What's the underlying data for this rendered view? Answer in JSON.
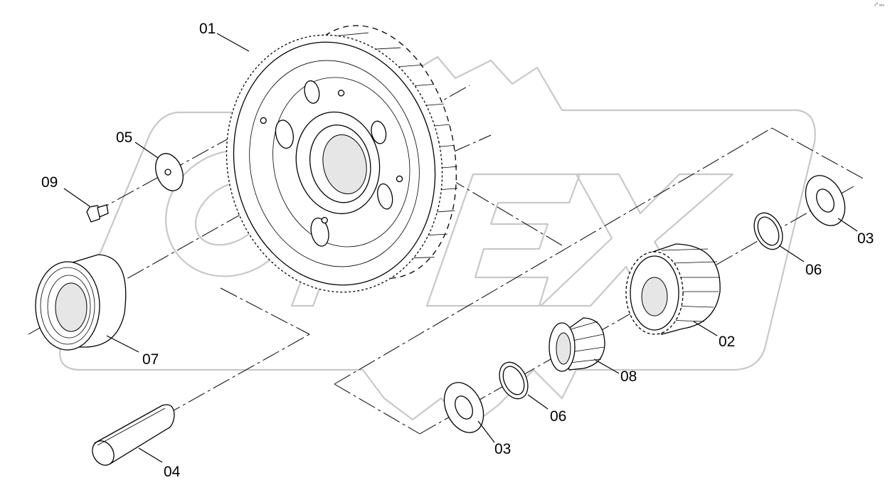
{
  "corner_code": "₀⁰ ₀₀₀",
  "watermark": "OPEX",
  "callouts": {
    "c01": "01",
    "c02": "02",
    "c03a": "03",
    "c03b": "03",
    "c04": "04",
    "c05": "05",
    "c06a": "06",
    "c06b": "06",
    "c07": "07",
    "c08": "08",
    "c09": "09"
  }
}
